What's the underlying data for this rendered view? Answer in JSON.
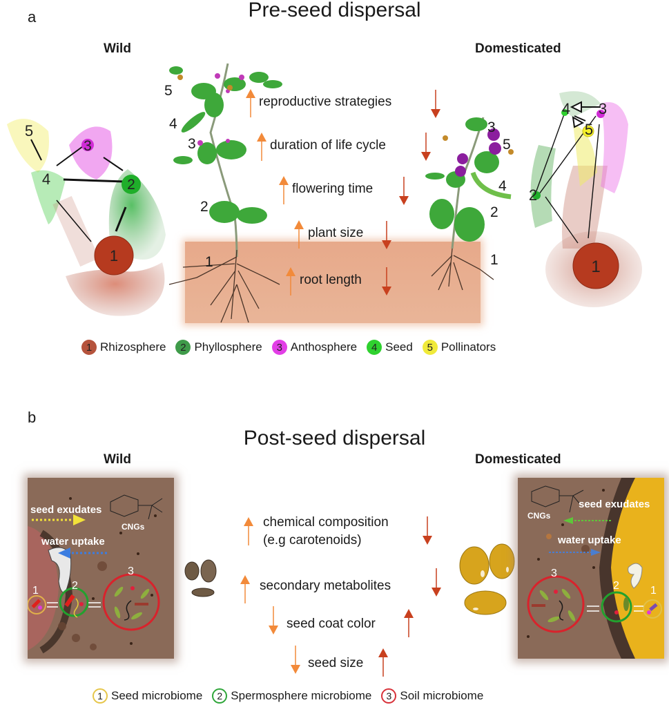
{
  "panel_a": {
    "letter": "a",
    "title": "Pre-seed dispersal",
    "wild_label": "Wild",
    "domesticated_label": "Domesticated",
    "traits": [
      {
        "label": "reproductive strategies",
        "wild": "up",
        "domesticated": "down"
      },
      {
        "label": "duration of life cycle",
        "wild": "up",
        "domesticated": "down"
      },
      {
        "label": "flowering time",
        "wild": "up",
        "domesticated": "down"
      },
      {
        "label": "plant size",
        "wild": "up",
        "domesticated": "down"
      },
      {
        "label": "root length",
        "wild": "up",
        "domesticated": "down"
      }
    ],
    "plant_labels": [
      "1",
      "2",
      "3",
      "4",
      "5"
    ],
    "network_nodes": [
      "1",
      "2",
      "3",
      "4",
      "5"
    ],
    "legend": [
      {
        "num": "1",
        "label": "Rhizosphere",
        "color": "#b5533c"
      },
      {
        "num": "2",
        "label": "Phyllosphere",
        "color": "#3f9b4a"
      },
      {
        "num": "3",
        "label": "Anthosphere",
        "color": "#e23ee6"
      },
      {
        "num": "4",
        "label": "Seed",
        "color": "#2fd12f"
      },
      {
        "num": "5",
        "label": "Pollinators",
        "color": "#f0ea3a"
      }
    ]
  },
  "panel_b": {
    "letter": "b",
    "title": "Post-seed dispersal",
    "wild_label": "Wild",
    "domesticated_label": "Domesticated",
    "traits": [
      {
        "label": "chemical composition",
        "sublabel": "(e.g carotenoids)",
        "wild": "up",
        "domesticated": "down"
      },
      {
        "label": "secondary metabolites",
        "wild": "up",
        "domesticated": "down"
      },
      {
        "label": "seed coat color",
        "wild": "down",
        "domesticated": "up"
      },
      {
        "label": "seed size",
        "wild": "down",
        "domesticated": "up"
      }
    ],
    "wild_box": {
      "seed_exudates": "seed exudates",
      "water_uptake": "water uptake",
      "cngs": "CNGs",
      "circles": [
        "1",
        "2",
        "3"
      ]
    },
    "dom_box": {
      "seed_exudates": "seed exudates",
      "water_uptake": "water uptake",
      "cngs": "CNGs",
      "circles": [
        "3",
        "2",
        "1"
      ]
    },
    "legend": [
      {
        "num": "1",
        "label": "Seed microbiome",
        "color": "#e6c64a"
      },
      {
        "num": "2",
        "label": "Spermosphere microbiome",
        "color": "#2fa63a"
      },
      {
        "num": "3",
        "label": "Soil microbiome",
        "color": "#d8323a"
      }
    ]
  },
  "colors": {
    "arrow_light": "#f28a3a",
    "arrow_dark": "#c8401e",
    "soil": "#e5a581"
  }
}
